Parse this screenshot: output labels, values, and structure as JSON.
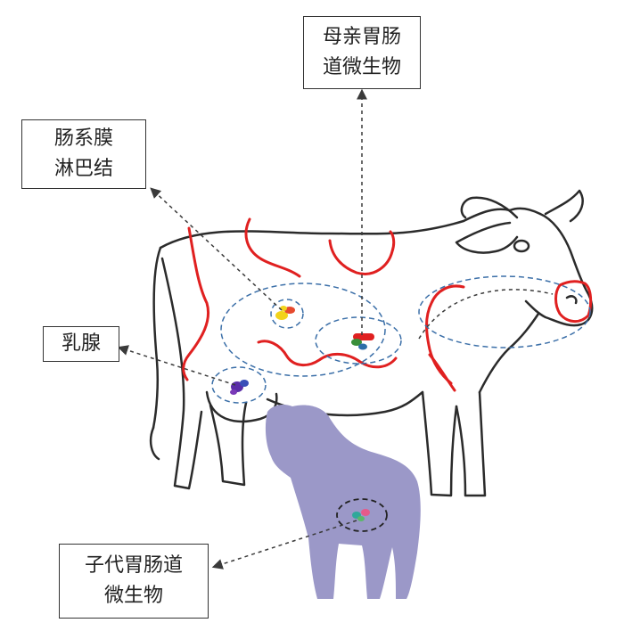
{
  "labels": {
    "maternal_gut": {
      "line1": "母亲胃肠",
      "line2": "道微生物"
    },
    "mesenteric_lymph": {
      "line1": "肠系膜",
      "line2": "淋巴结"
    },
    "mammary_gland": {
      "line1": "乳腺"
    },
    "offspring_gut": {
      "line1": "子代胃肠道",
      "line2": "微生物"
    }
  },
  "colors": {
    "outline": "#2b2b2b",
    "vessel": "#e02020",
    "calf": "#9b98c8",
    "dashed": "#3a3a3a",
    "ellipse": "#3b6fa8"
  }
}
